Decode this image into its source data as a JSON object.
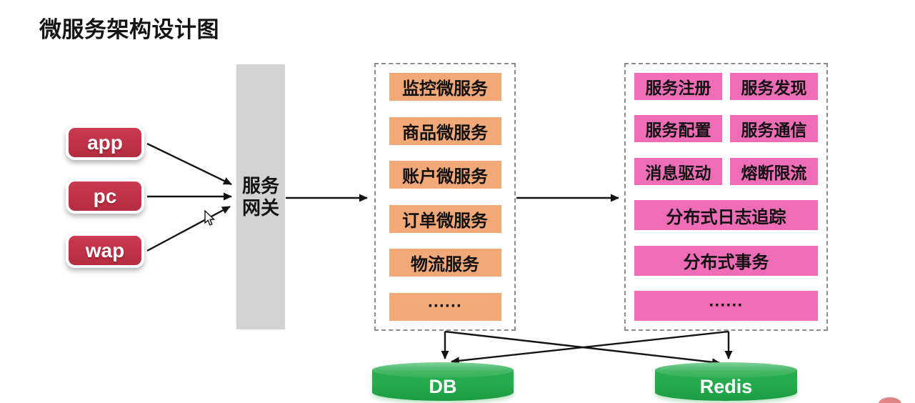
{
  "title": "微服务架构设计图",
  "clients": {
    "items": [
      {
        "label": "app"
      },
      {
        "label": "pc"
      },
      {
        "label": "wap"
      }
    ]
  },
  "gateway": {
    "line1": "服务",
    "line2": "网关"
  },
  "services_panel": {
    "items": [
      "监控微服务",
      "商品微服务",
      "账户微服务",
      "订单微服务",
      "物流服务",
      "······"
    ]
  },
  "governance_panel": {
    "pairs": [
      [
        "服务注册",
        "服务发现"
      ],
      [
        "服务配置",
        "服务通信"
      ],
      [
        "消息驱动",
        "熔断限流"
      ]
    ],
    "wide": [
      "分布式日志追踪",
      "分布式事务",
      "······"
    ]
  },
  "datastores": {
    "db": "DB",
    "redis": "Redis"
  },
  "edges": [
    "app → 服务网关",
    "pc → 服务网关",
    "wap → 服务网关",
    "服务网关 → 微服务面板",
    "微服务面板 → 服务治理面板",
    "微服务面板 → DB",
    "微服务面板 → Redis",
    "服务治理面板 → DB",
    "服务治理面板 → Redis"
  ],
  "colors": {
    "client_red": "#C2334A",
    "gateway_gray": "#D3D3D3",
    "service_orange": "#F2A877",
    "governance_pink": "#EF6CB6",
    "datastore_green": "#23AA4B",
    "arrow_black": "#141414"
  }
}
